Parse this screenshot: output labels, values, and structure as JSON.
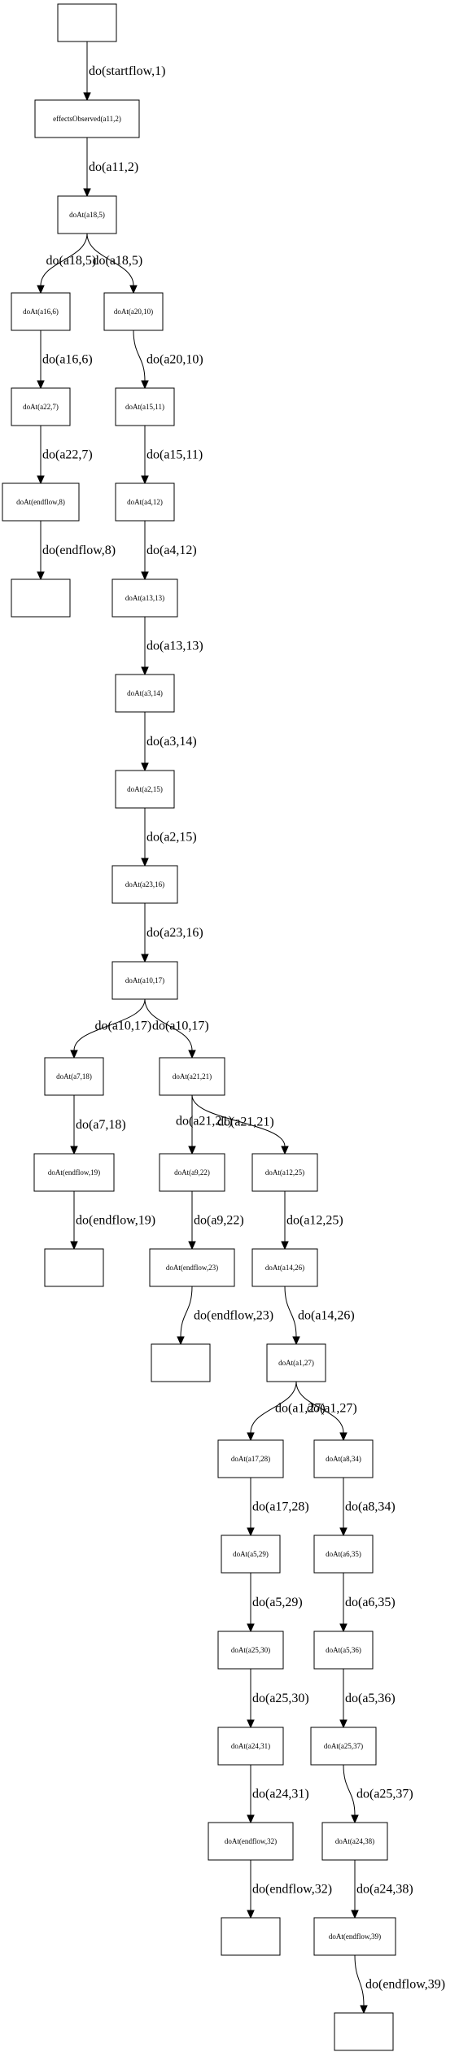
{
  "graph": {
    "nodes": [
      {
        "id": "n0",
        "label": ""
      },
      {
        "id": "n1",
        "label": "effectsObserved(a11,2)"
      },
      {
        "id": "n2",
        "label": "doAt(a18,5)"
      },
      {
        "id": "n3",
        "label": "doAt(a16,6)"
      },
      {
        "id": "n4",
        "label": "doAt(a20,10)"
      },
      {
        "id": "n5",
        "label": "doAt(a22,7)"
      },
      {
        "id": "n6",
        "label": "doAt(a15,11)"
      },
      {
        "id": "n7",
        "label": "doAt(endflow,8)"
      },
      {
        "id": "n8",
        "label": "doAt(a4,12)"
      },
      {
        "id": "n9",
        "label": ""
      },
      {
        "id": "n10",
        "label": "doAt(a13,13)"
      },
      {
        "id": "n11",
        "label": "doAt(a3,14)"
      },
      {
        "id": "n12",
        "label": "doAt(a2,15)"
      },
      {
        "id": "n13",
        "label": "doAt(a23,16)"
      },
      {
        "id": "n14",
        "label": "doAt(a10,17)"
      },
      {
        "id": "n15",
        "label": "doAt(a7,18)"
      },
      {
        "id": "n16",
        "label": "doAt(a21,21)"
      },
      {
        "id": "n17",
        "label": "doAt(endflow,19)"
      },
      {
        "id": "n18",
        "label": "doAt(a9,22)"
      },
      {
        "id": "n19",
        "label": "doAt(a12,25)"
      },
      {
        "id": "n20",
        "label": ""
      },
      {
        "id": "n21",
        "label": "doAt(endflow,23)"
      },
      {
        "id": "n22",
        "label": "doAt(a14,26)"
      },
      {
        "id": "n23",
        "label": ""
      },
      {
        "id": "n24",
        "label": "doAt(a1,27)"
      },
      {
        "id": "n25",
        "label": "doAt(a17,28)"
      },
      {
        "id": "n26",
        "label": "doAt(a8,34)"
      },
      {
        "id": "n27",
        "label": "doAt(a5,29)"
      },
      {
        "id": "n28",
        "label": "doAt(a6,35)"
      },
      {
        "id": "n29",
        "label": "doAt(a25,30)"
      },
      {
        "id": "n30",
        "label": "doAt(a5,36)"
      },
      {
        "id": "n31",
        "label": "doAt(a24,31)"
      },
      {
        "id": "n32",
        "label": "doAt(a25,37)"
      },
      {
        "id": "n33",
        "label": "doAt(endflow,32)"
      },
      {
        "id": "n34",
        "label": "doAt(a24,38)"
      },
      {
        "id": "n35",
        "label": ""
      },
      {
        "id": "n36",
        "label": "doAt(endflow,39)"
      },
      {
        "id": "n37",
        "label": ""
      }
    ],
    "edges": [
      {
        "from": "n0",
        "to": "n1",
        "label": "do(startflow,1)"
      },
      {
        "from": "n1",
        "to": "n2",
        "label": "do(a11,2)"
      },
      {
        "from": "n2",
        "to": "n3",
        "label": "do(a18,5)"
      },
      {
        "from": "n2",
        "to": "n4",
        "label": "do(a18,5)"
      },
      {
        "from": "n3",
        "to": "n5",
        "label": "do(a16,6)"
      },
      {
        "from": "n4",
        "to": "n6",
        "label": "do(a20,10)"
      },
      {
        "from": "n5",
        "to": "n7",
        "label": "do(a22,7)"
      },
      {
        "from": "n6",
        "to": "n8",
        "label": "do(a15,11)"
      },
      {
        "from": "n7",
        "to": "n9",
        "label": "do(endflow,8)"
      },
      {
        "from": "n8",
        "to": "n10",
        "label": "do(a4,12)"
      },
      {
        "from": "n10",
        "to": "n11",
        "label": "do(a13,13)"
      },
      {
        "from": "n11",
        "to": "n12",
        "label": "do(a3,14)"
      },
      {
        "from": "n12",
        "to": "n13",
        "label": "do(a2,15)"
      },
      {
        "from": "n13",
        "to": "n14",
        "label": "do(a23,16)"
      },
      {
        "from": "n14",
        "to": "n15",
        "label": "do(a10,17)"
      },
      {
        "from": "n14",
        "to": "n16",
        "label": "do(a10,17)"
      },
      {
        "from": "n15",
        "to": "n17",
        "label": "do(a7,18)"
      },
      {
        "from": "n16",
        "to": "n18",
        "label": "do(a21,21)"
      },
      {
        "from": "n16",
        "to": "n19",
        "label": "do(a21,21)"
      },
      {
        "from": "n17",
        "to": "n20",
        "label": "do(endflow,19)"
      },
      {
        "from": "n18",
        "to": "n21",
        "label": "do(a9,22)"
      },
      {
        "from": "n19",
        "to": "n22",
        "label": "do(a12,25)"
      },
      {
        "from": "n21",
        "to": "n23",
        "label": "do(endflow,23)"
      },
      {
        "from": "n22",
        "to": "n24",
        "label": "do(a14,26)"
      },
      {
        "from": "n24",
        "to": "n25",
        "label": "do(a1,27)"
      },
      {
        "from": "n24",
        "to": "n26",
        "label": "do(a1,27)"
      },
      {
        "from": "n25",
        "to": "n27",
        "label": "do(a17,28)"
      },
      {
        "from": "n26",
        "to": "n28",
        "label": "do(a8,34)"
      },
      {
        "from": "n27",
        "to": "n29",
        "label": "do(a5,29)"
      },
      {
        "from": "n28",
        "to": "n30",
        "label": "do(a6,35)"
      },
      {
        "from": "n29",
        "to": "n31",
        "label": "do(a25,30)"
      },
      {
        "from": "n30",
        "to": "n32",
        "label": "do(a5,36)"
      },
      {
        "from": "n31",
        "to": "n33",
        "label": "do(a24,31)"
      },
      {
        "from": "n32",
        "to": "n34",
        "label": "do(a25,37)"
      },
      {
        "from": "n33",
        "to": "n35",
        "label": "do(endflow,32)"
      },
      {
        "from": "n34",
        "to": "n36",
        "label": "do(a24,38)"
      },
      {
        "from": "n36",
        "to": "n37",
        "label": "do(endflow,39)"
      }
    ]
  }
}
